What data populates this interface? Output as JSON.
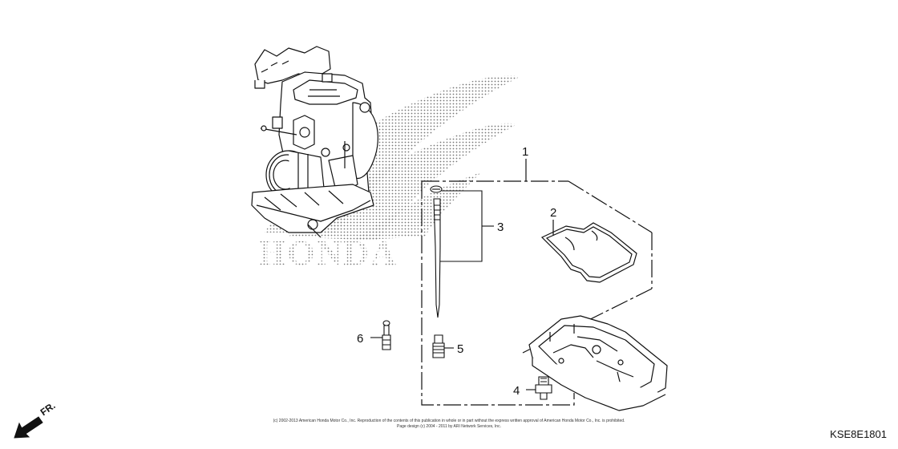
{
  "diagram": {
    "parts": [
      {
        "ref": "1"
      },
      {
        "ref": "2"
      },
      {
        "ref": "3"
      },
      {
        "ref": "4"
      },
      {
        "ref": "5"
      },
      {
        "ref": "6"
      }
    ],
    "watermark_text": "HONDA",
    "direction_label": "FR.",
    "copyright_line1": "(c) 2002-2013 American Honda Motor Co., Inc. Reproduction of the contents of this publication in whole or in part without the express written approval of American Honda Motor Co., Inc. is prohibited.",
    "copyright_line2": "Page design (c) 2004 - 2011 by ARI Network Services, Inc.",
    "diagram_code": "KSE8E1801"
  }
}
